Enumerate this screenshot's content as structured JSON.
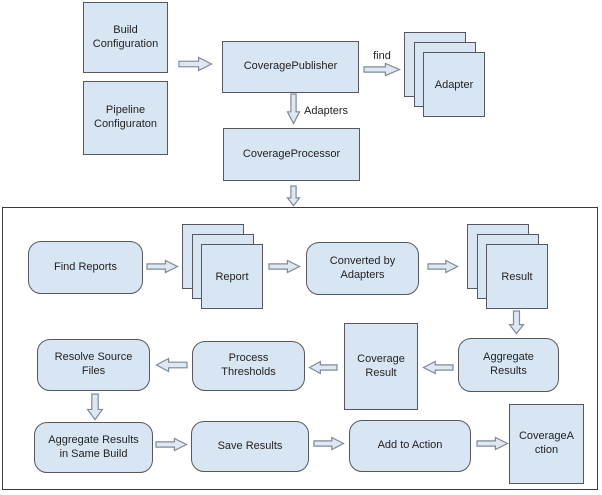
{
  "diagram": {
    "description": "Coverage publishing pipeline flowchart",
    "colors": {
      "node_fill": "#d8e6f4",
      "node_border": "#55595f",
      "arrow_fill": "#dfe8f2",
      "arrow_border": "#7e8a99",
      "container_border": "#3a3a3a",
      "text": "#1f1f1f",
      "background": "#ffffff"
    },
    "nodes": {
      "build_config": {
        "label": "Build\nConfiguration"
      },
      "pipeline_config": {
        "label": "Pipeline\nConfiguraton"
      },
      "coverage_publisher": {
        "label": "CoveragePublisher"
      },
      "adapter": {
        "label": "Adapter"
      },
      "coverage_processor": {
        "label": "CoverageProcessor"
      },
      "find_reports": {
        "label": "Find Reports"
      },
      "report": {
        "label": "Report"
      },
      "converted_by_adapters": {
        "label": "Converted by\nAdapters"
      },
      "result": {
        "label": "Result"
      },
      "aggregate_results": {
        "label": "Aggregate\nResults"
      },
      "coverage_result": {
        "label": "Coverage\nResult"
      },
      "process_thresholds": {
        "label": "Process\nThresholds"
      },
      "resolve_source_files": {
        "label": "Resolve Source\nFiles"
      },
      "aggregate_same_build": {
        "label": "Aggregate Results\nin Same Build"
      },
      "save_results": {
        "label": "Save Results"
      },
      "add_to_action": {
        "label": "Add to Action"
      },
      "coverage_action": {
        "label": "CoverageA\nction"
      }
    },
    "edge_labels": {
      "find": "find",
      "adapters": "Adapters"
    }
  }
}
